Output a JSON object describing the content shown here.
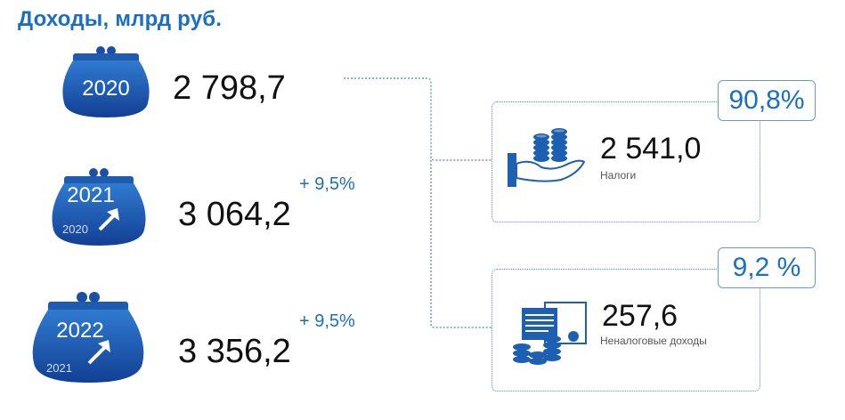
{
  "title": "Доходы, млрд руб.",
  "colors": {
    "accent": "#1a6fc0",
    "purse": "#1d5fb0",
    "text": "#111111"
  },
  "years": [
    {
      "year": "2020",
      "amount": "2 798,7",
      "growth": "",
      "base_year": ""
    },
    {
      "year": "2021",
      "amount": "3 064,2",
      "growth": "+ 9,5%",
      "base_year": "2020"
    },
    {
      "year": "2022",
      "amount": "3 356,2",
      "growth": "+ 9,5%",
      "base_year": "2021"
    }
  ],
  "breakdown": [
    {
      "share": "90,8%",
      "value": "2 541,0",
      "label": "Налоги",
      "icon": "coins-hand-icon"
    },
    {
      "share": "9,2 %",
      "value": "257,6",
      "label": "Неналоговые доходы",
      "icon": "coins-documents-icon"
    }
  ]
}
